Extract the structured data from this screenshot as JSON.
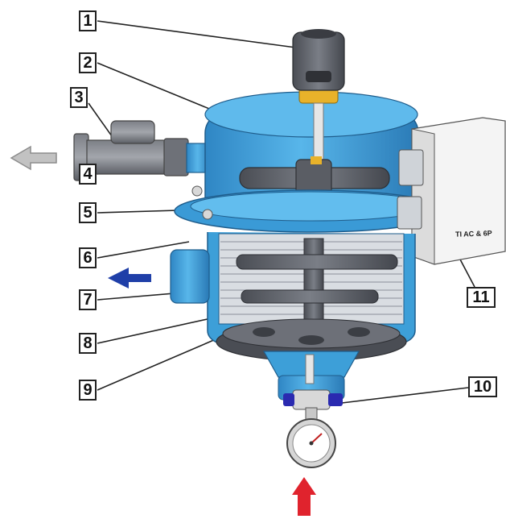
{
  "callouts": [
    {
      "number": "1"
    },
    {
      "number": "2"
    },
    {
      "number": "3"
    },
    {
      "number": "4"
    },
    {
      "number": "5"
    },
    {
      "number": "6"
    },
    {
      "number": "7"
    },
    {
      "number": "8"
    },
    {
      "number": "9"
    },
    {
      "number": "10"
    },
    {
      "number": "11"
    }
  ],
  "control_box": {
    "label": "TI AC & 6P"
  },
  "colors": {
    "housing": "#3d9fd8",
    "housing_dark": "#1f6fa6",
    "internals": "#5a5e66",
    "outlet_arrow": "#a6a6a6",
    "flush_arrow": "#1f3fa8",
    "inlet_arrow": "#e0232d",
    "valve_accent": "#2a2ab0"
  }
}
